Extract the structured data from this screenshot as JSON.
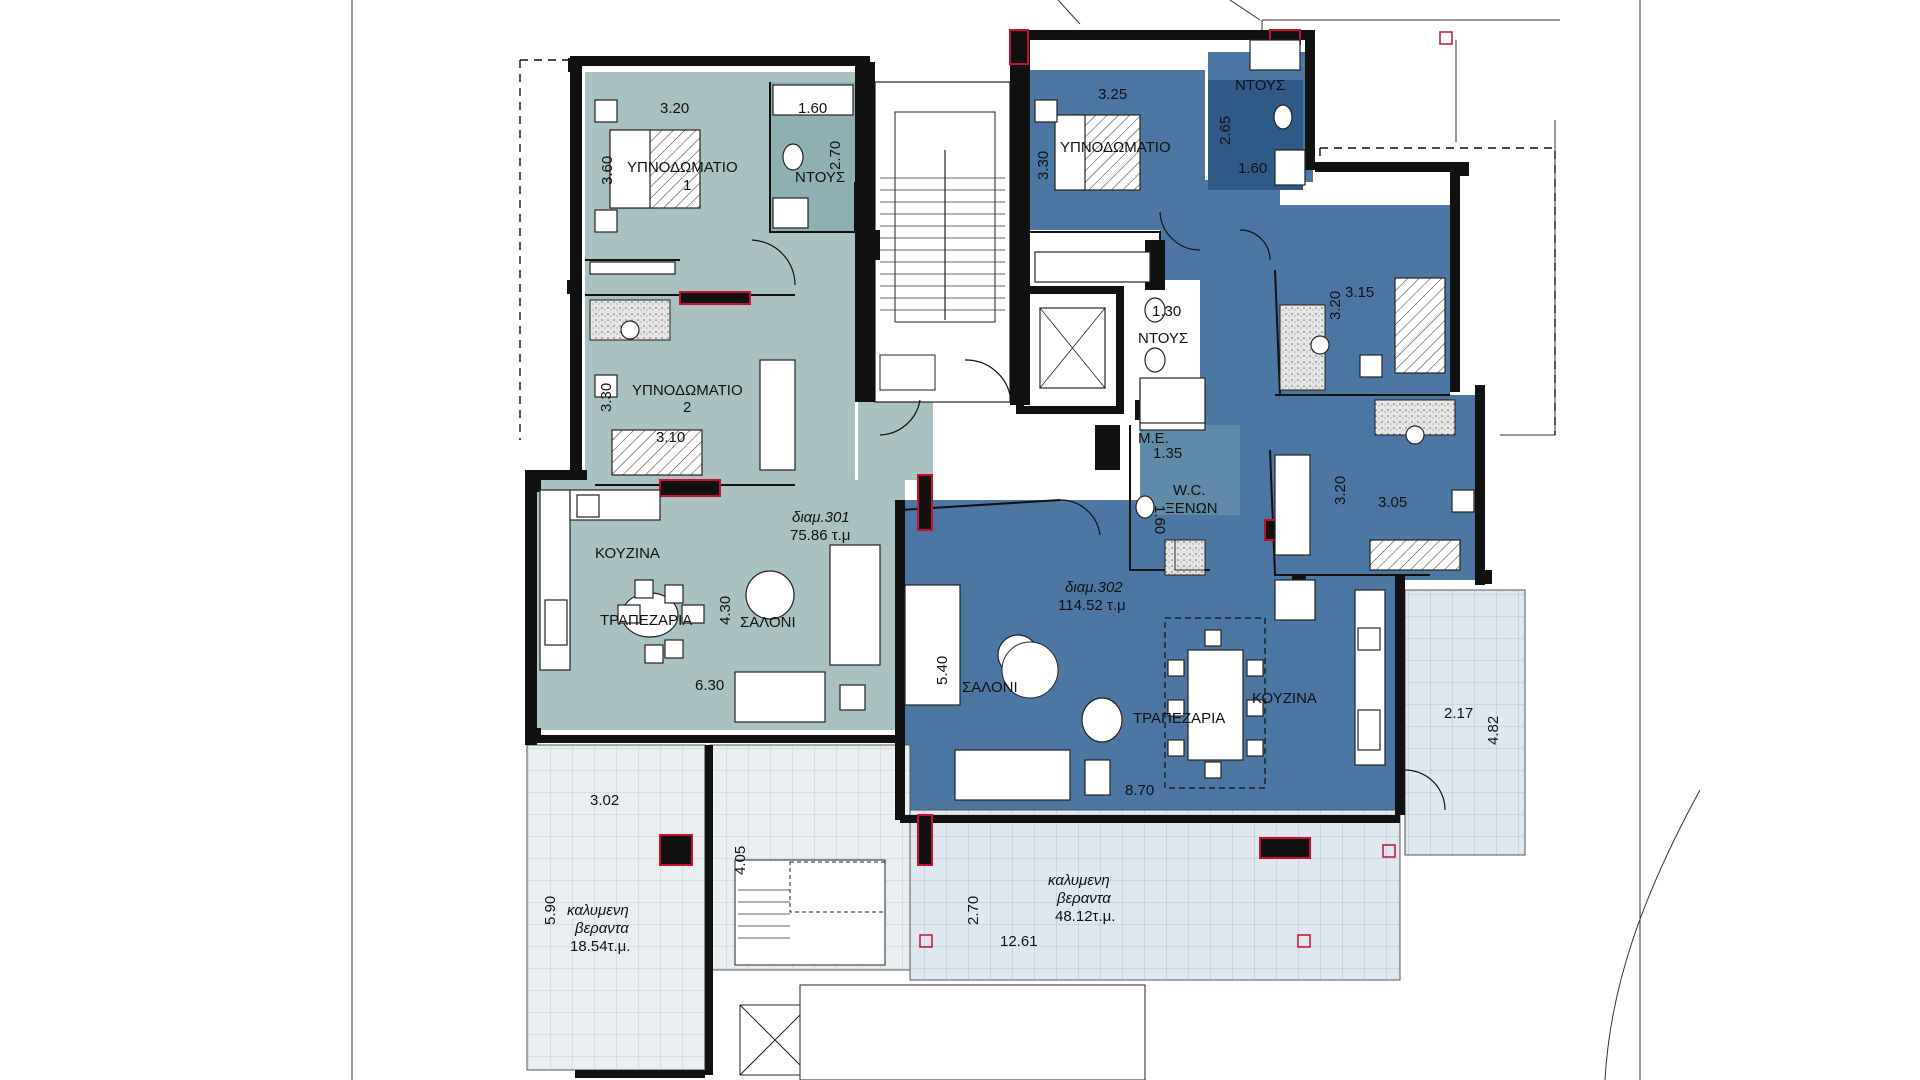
{
  "colors": {
    "unit301": "#a9c1c1",
    "unit302": "#4c77a3",
    "wc": "#5f8aa8",
    "veranda": "#dfe8f0",
    "wall": "#111111",
    "accent": "#c8102e"
  },
  "unit301": {
    "name": "διαμ.301",
    "area": "75.86 τ.μ",
    "bedroom1": {
      "label": "ΥΠΝΟΔΩΜΑΤΙΟ",
      "num": "1",
      "w": "3.20",
      "h": "3.60"
    },
    "bath": {
      "label": "ΝΤΟΥΣ",
      "w": "1.60",
      "h": "2.70"
    },
    "bedroom2": {
      "label": "ΥΠΝΟΔΩΜΑΤΙΟ",
      "num": "2",
      "w": "3.10",
      "h": "3.30"
    },
    "kitchen": "ΚΟΥΖΙΝΑ",
    "dining": "ΤΡΑΠΕΖΑΡΙΑ",
    "living": "ΣΑΛΟΝΙ",
    "living_h": "4.30",
    "living_w": "6.30"
  },
  "unit302": {
    "name": "διαμ.302",
    "area": "114.52 τ.μ",
    "bedroom_main": {
      "label": "ΥΠΝΟΔΩΜΑΤΙΟ",
      "w": "3.25",
      "h": "3.30"
    },
    "ensuite": {
      "label": "ΝΤΟΥΣ",
      "w": "1.60",
      "h": "2.65"
    },
    "bedroom_b": {
      "w": "3.15",
      "h": "3.20"
    },
    "bath": {
      "label": "ΝΤΟΥΣ",
      "w": "1.30"
    },
    "me": {
      "label": "Μ.Ε.",
      "w": "1.35"
    },
    "wc": {
      "label1": "W.C.",
      "label2": "ΞΕΝΩΝ",
      "h": "1.60"
    },
    "bedroom_c": {
      "w": "3.05",
      "h": "3.20"
    },
    "living": "ΣΑΛΟΝΙ",
    "living_h": "5.40",
    "dining": "ΤΡΑΠΕΖΑΡΙΑ",
    "kitchen": "ΚΟΥΖΙΝΑ",
    "width": "8.70",
    "balcony_w": "2.17",
    "balcony_h": "4.82"
  },
  "veranda_left": {
    "l1": "καλυμενη",
    "l2": "βεραντα",
    "area": "18.54τ.μ.",
    "w": "3.02",
    "h": "5.90"
  },
  "veranda_main": {
    "l1": "καλυμενη",
    "l2": "βεραντα",
    "area": "48.12τ.μ.",
    "w": "12.61",
    "h": "2.70"
  },
  "stair_dim": "4.05"
}
